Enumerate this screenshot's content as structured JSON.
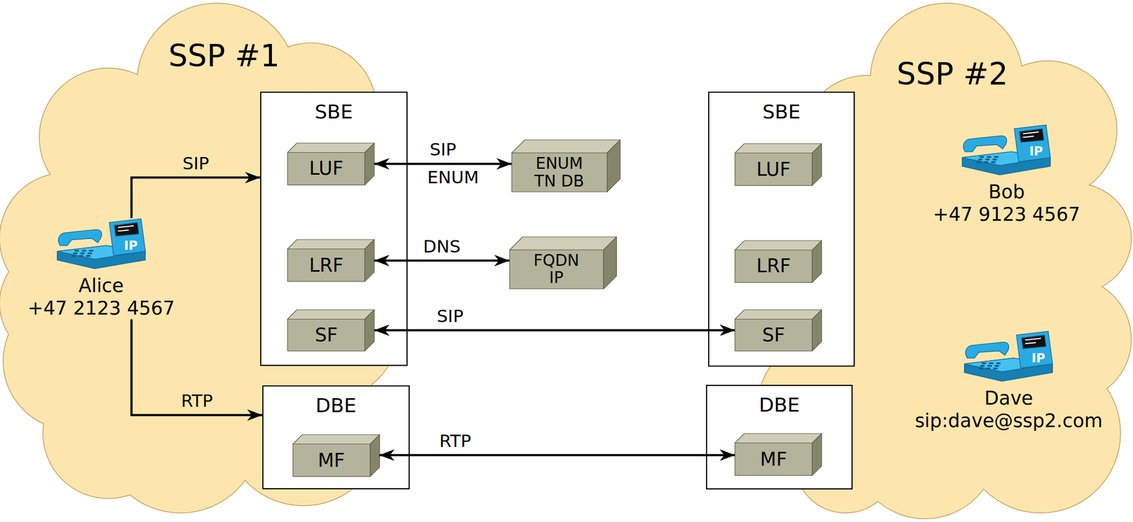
{
  "diagram": {
    "nodes": [
      {
        "text": [
          "SSP #1"
        ]
      },
      {
        "text": [
          "Alice",
          "+47 2123 4567"
        ],
        "in": 0
      },
      {
        "text": [
          "SBE"
        ],
        "in": 0
      },
      {
        "text": [
          "LUF"
        ],
        "in": 2
      },
      {
        "text": [
          "LRF"
        ],
        "in": 2
      },
      {
        "text": [
          "SF"
        ],
        "in": 2
      },
      {
        "text": [
          "DBE"
        ],
        "in": 0
      },
      {
        "text": [
          "MF"
        ],
        "in": 6
      },
      {
        "text": [
          "ENUM TN DB"
        ]
      },
      {
        "text": [
          "FQDN IP"
        ]
      },
      {
        "text": [
          "SSP #2"
        ]
      },
      {
        "text": [
          "Bob",
          "+47 9123 4567"
        ],
        "in": 10
      },
      {
        "text": [
          "Dave",
          "sip:dave@ssp2.com"
        ],
        "in": 10
      },
      {
        "text": [
          "SBE"
        ],
        "in": 10
      },
      {
        "text": [
          "LUF"
        ],
        "in": 13
      },
      {
        "text": [
          "LRF"
        ],
        "in": 13
      },
      {
        "text": [
          "SF"
        ],
        "in": 13
      },
      {
        "text": [
          "DBE"
        ],
        "in": 10
      },
      {
        "text": [
          "MF"
        ],
        "in": 17
      }
    ],
    "edges": [
      {
        "from": 1,
        "to": 2,
        "arrow": "to",
        "label": "SIP"
      },
      {
        "from": 1,
        "to": 6,
        "arrow": "to",
        "label": "RTP"
      },
      {
        "from": 3,
        "to": 8,
        "arrow": "both",
        "label": "SIP"
      },
      {
        "from": 4,
        "to": 9,
        "arrow": "both",
        "label": "DNS"
      },
      {
        "from": 5,
        "to": 16,
        "arrow": "both",
        "label": "SIP"
      },
      {
        "from": 7,
        "to": 18,
        "arrow": "both",
        "label": "RTP"
      }
    ],
    "labels": [
      "ENUM",
      "IP",
      "IP",
      "IP"
    ]
  }
}
